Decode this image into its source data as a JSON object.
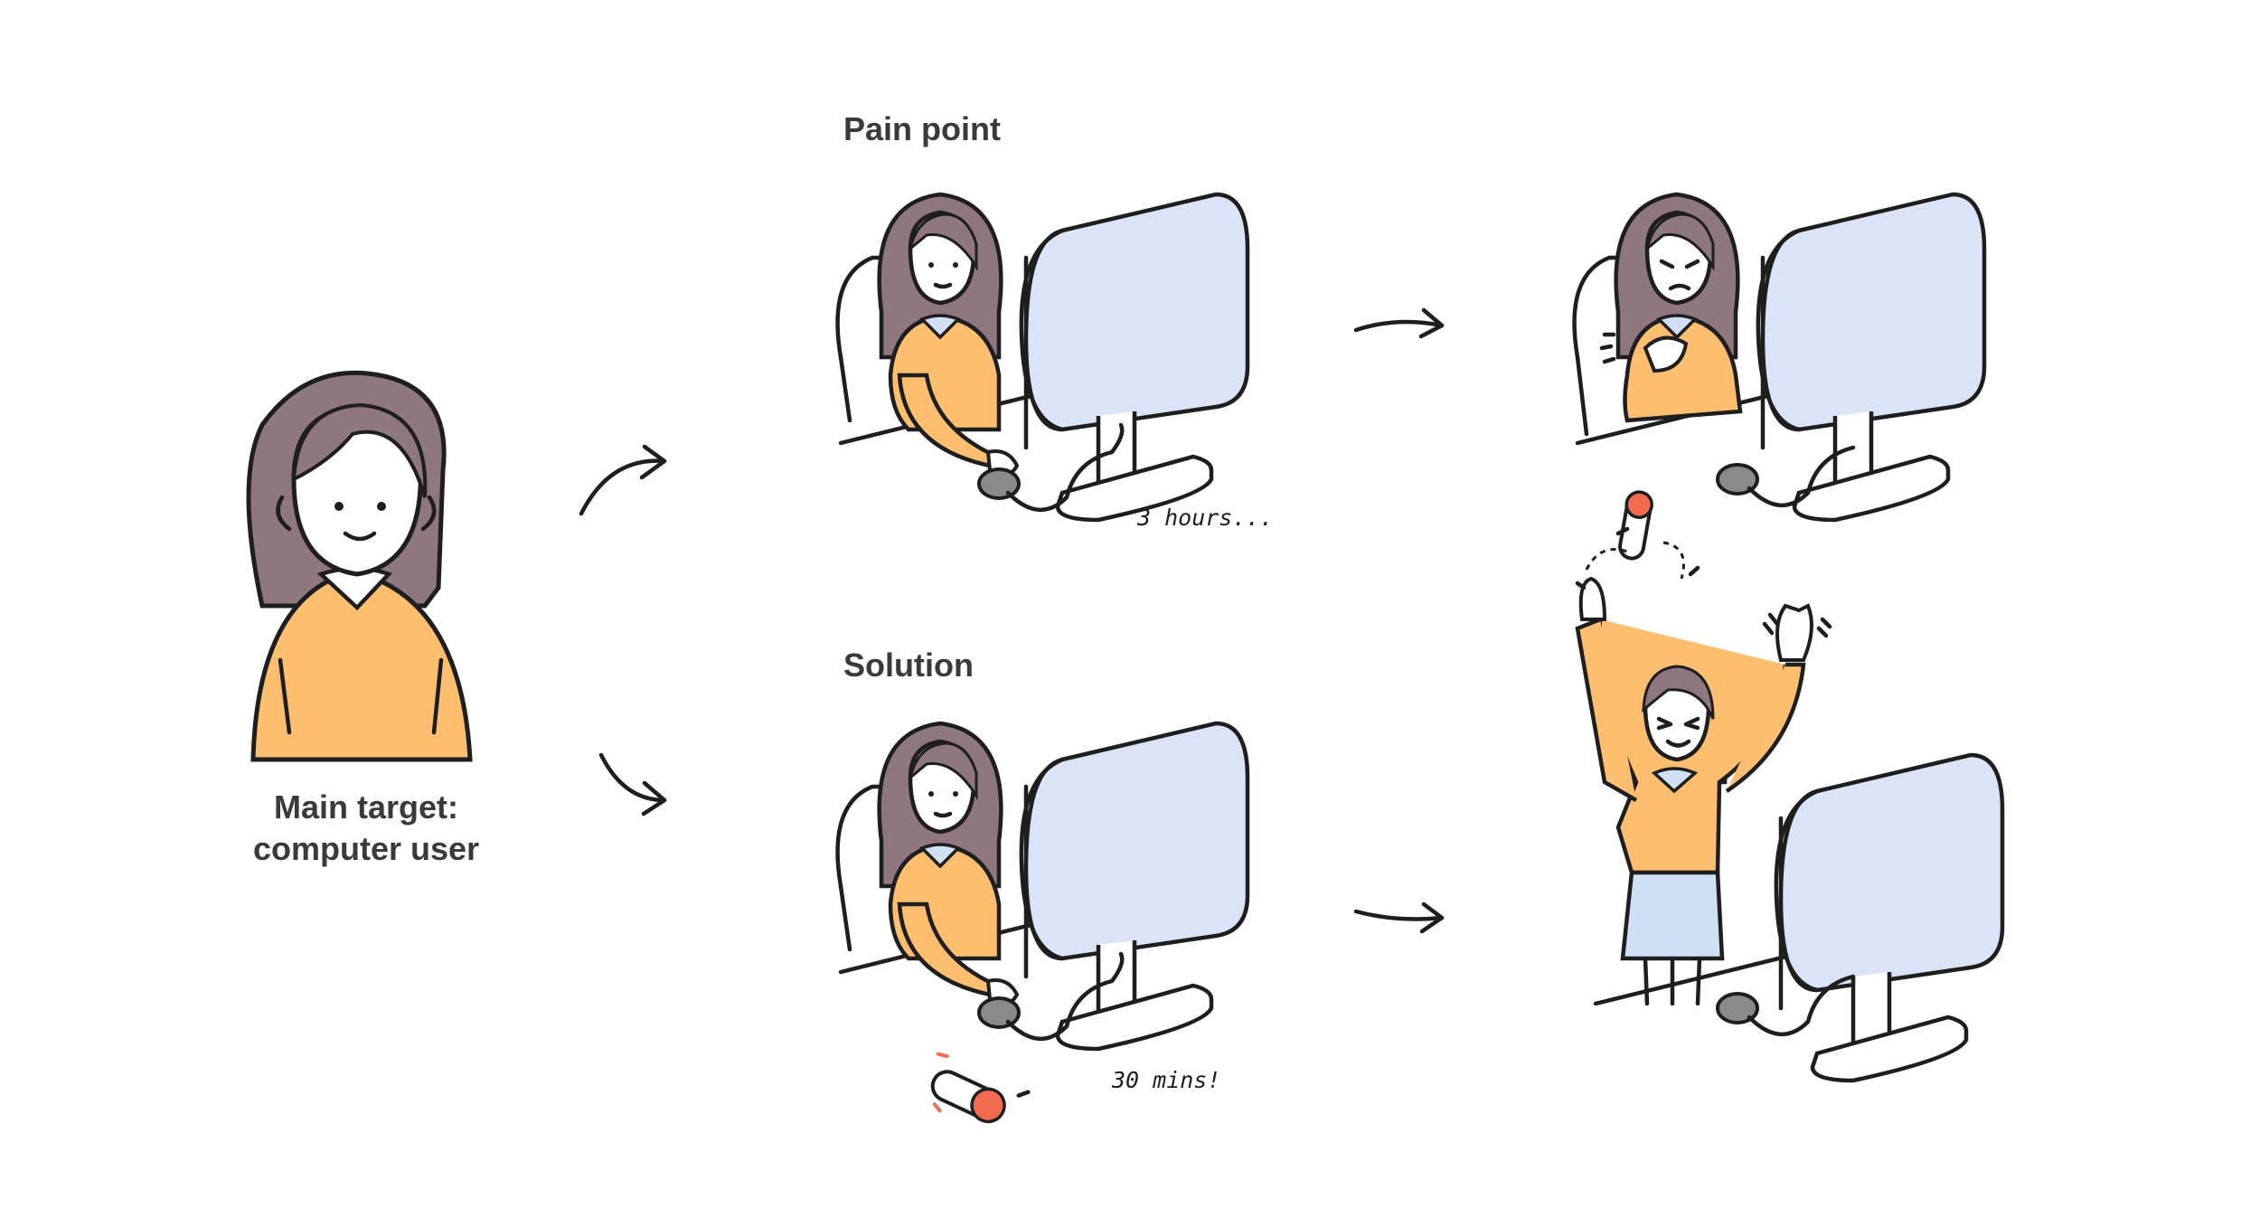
{
  "labels": {
    "pain_point": "Pain point",
    "solution": "Solution",
    "main_target_line1": "Main target:",
    "main_target_line2": "computer user"
  },
  "notes": {
    "pain_time": "3 hours...",
    "solution_time": "30 mins!"
  },
  "colors": {
    "hair": "#8f7780",
    "sweater": "#fdbf6f",
    "screen": "#dbe3f8",
    "skirt": "#cfe0f5",
    "mouse": "#8a8a8a",
    "button_red": "#f26b4f",
    "ink": "#1e1e1e",
    "text": "#3a3a3a"
  },
  "icons": [
    "arrow-right",
    "computer-monitor",
    "mouse",
    "red-button-gadget",
    "person-illustration"
  ]
}
